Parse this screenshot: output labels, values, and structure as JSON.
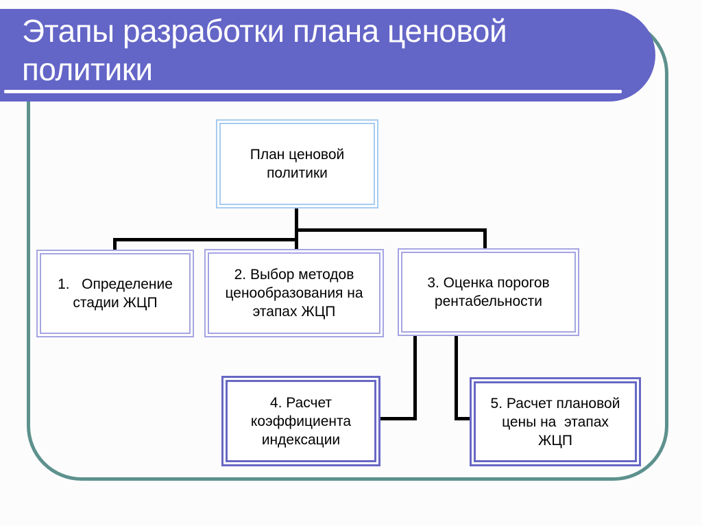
{
  "slide": {
    "title": "Этапы разработки плана ценовой\nполитики"
  },
  "diagram": {
    "root": {
      "label": "План ценовой\nполитики"
    },
    "nodes": [
      {
        "id": "step-1",
        "label": "1.   Определение\nстадии ЖЦП"
      },
      {
        "id": "step-2",
        "label": "2. Выбор методов\nценообразования на\nэтапах ЖЦП"
      },
      {
        "id": "step-3",
        "label": "3. Оценка порогов\nрентабельности"
      },
      {
        "id": "step-4",
        "label": "4. Расчет\nкоэффициента\nиндексации"
      },
      {
        "id": "step-5",
        "label": "5. Расчет плановой\nцены на  этапах\nЖЦП"
      }
    ]
  },
  "colors": {
    "background": "#fcfcfc",
    "title_bar": "#6365c7",
    "title_text": "#ffffff",
    "slide_frame": "#5d918d",
    "node_root_border": "#a6cbf1",
    "node_mid_border": "#a4a4e2",
    "node_dark_border": "#6767c5",
    "node_fill": "#ffffff",
    "connector": "#000000",
    "text": "#000000"
  }
}
